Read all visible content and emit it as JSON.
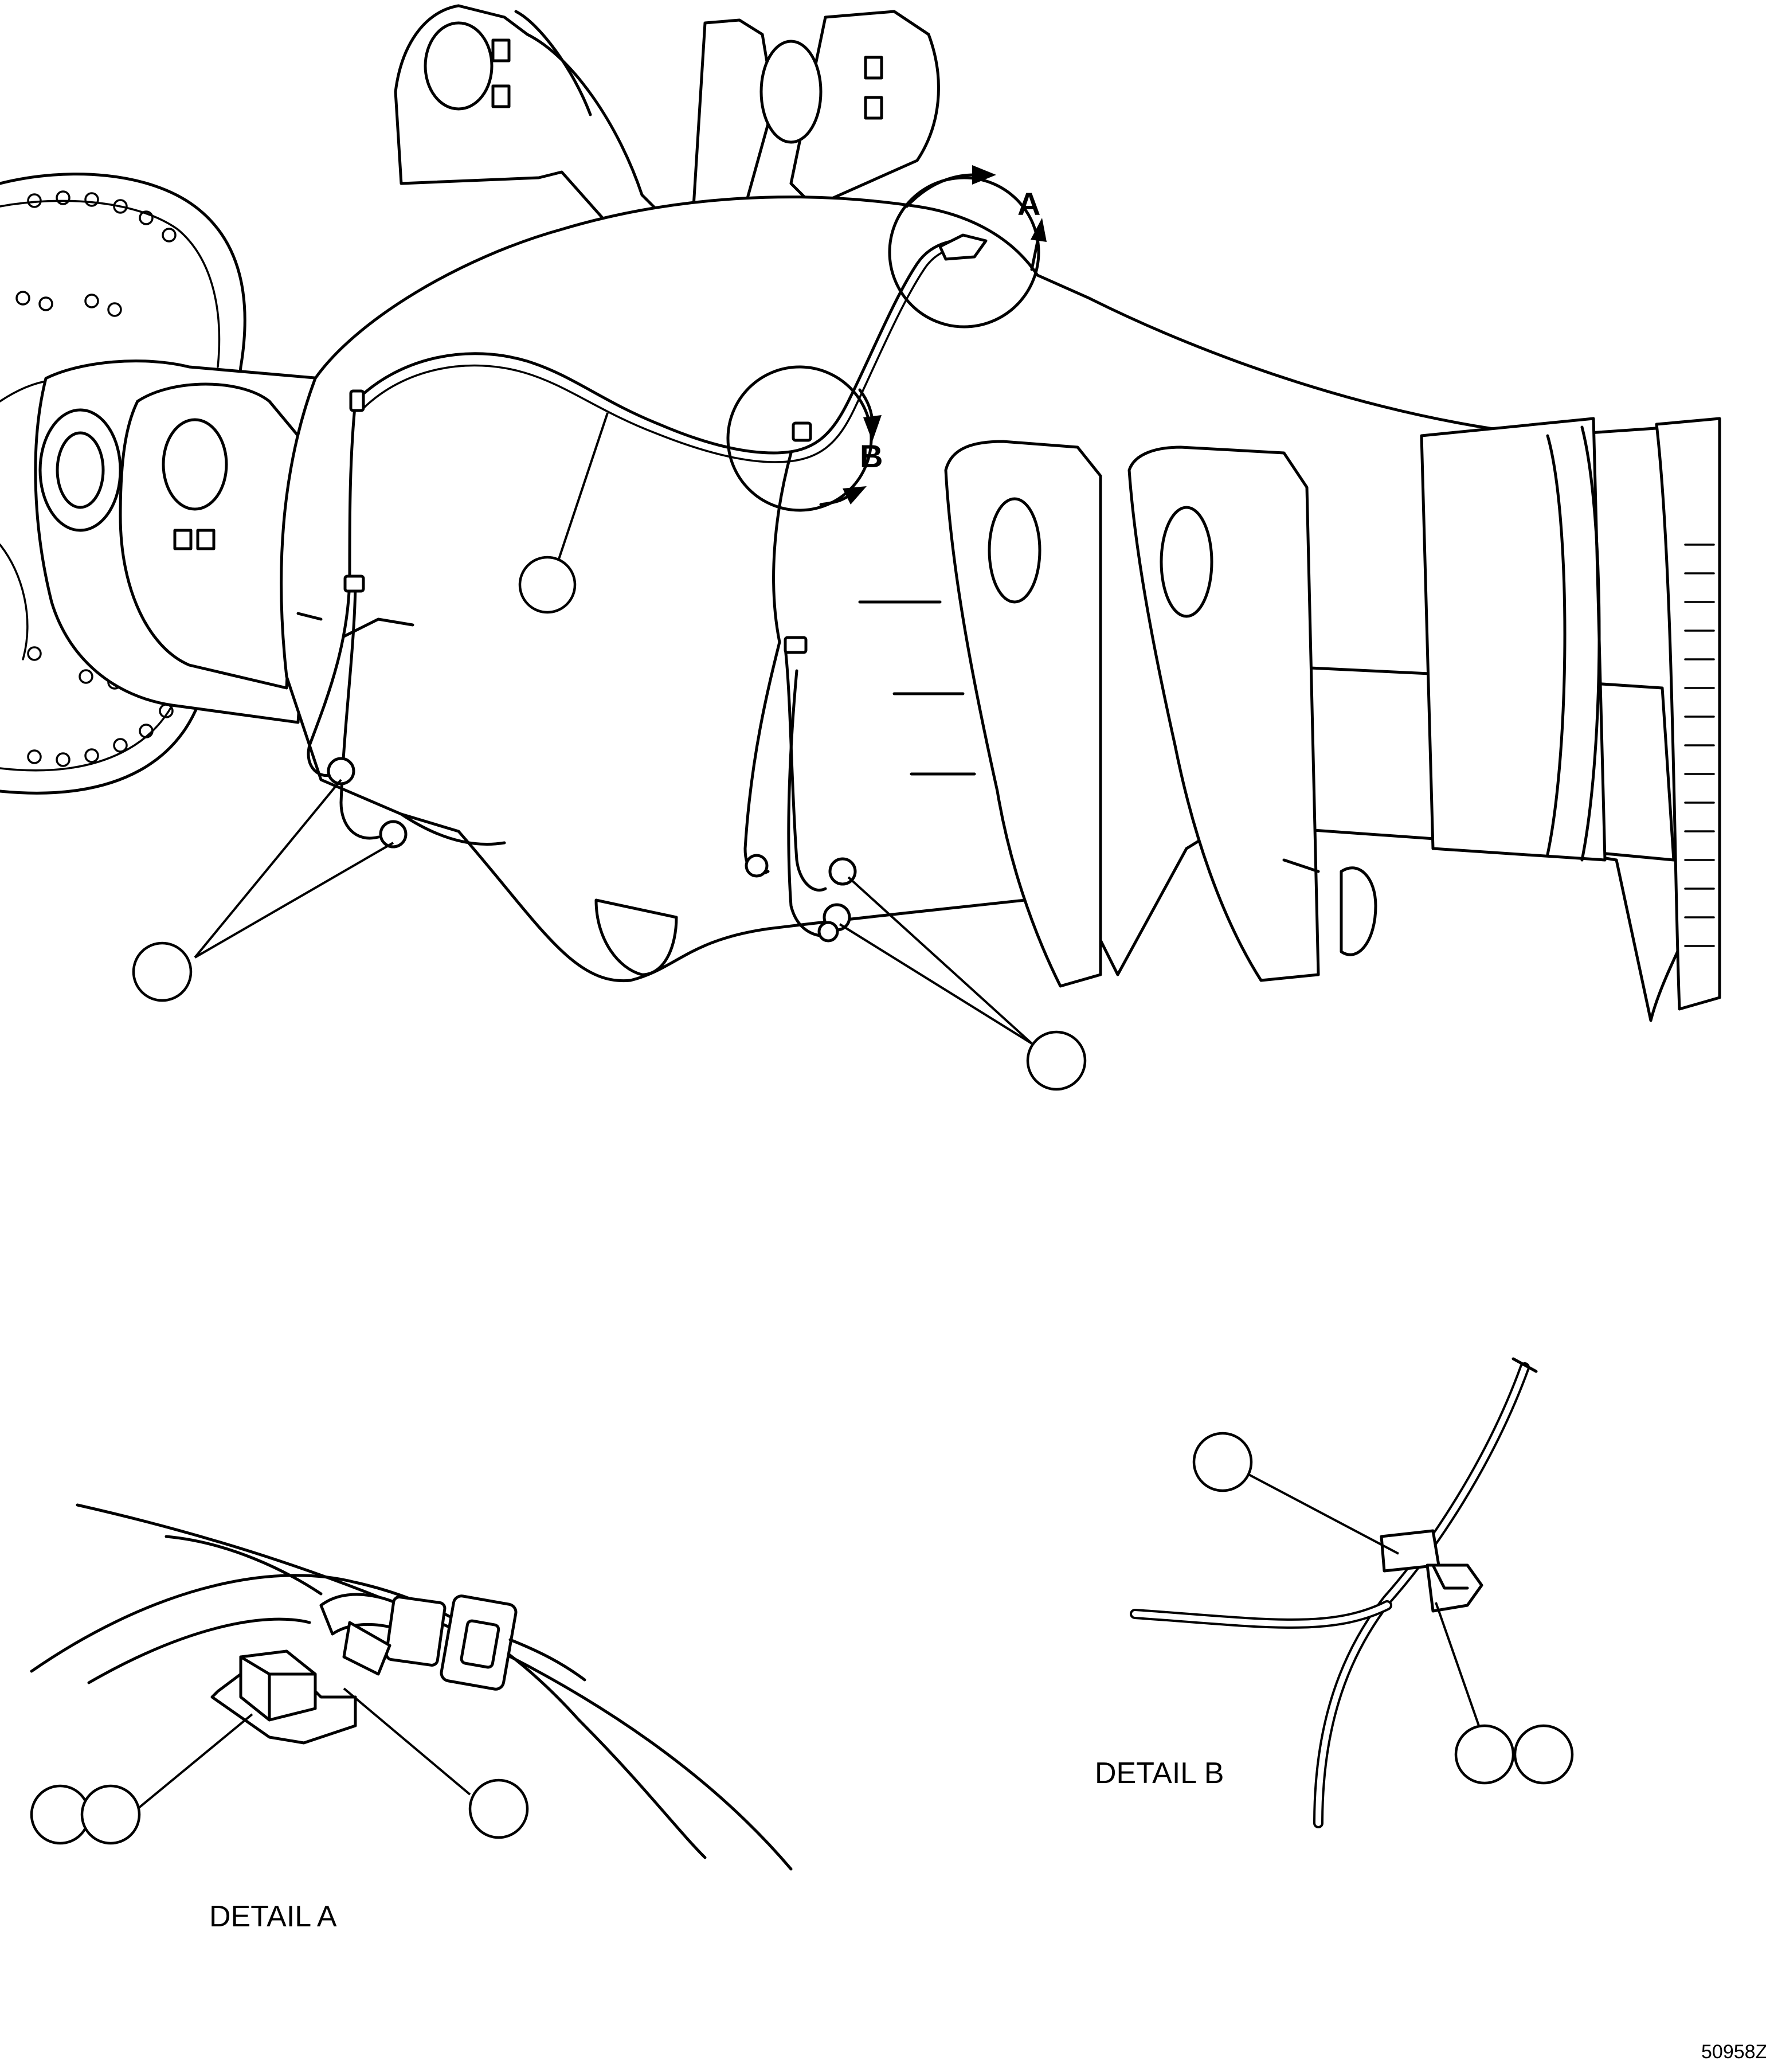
{
  "figure": {
    "detail_markers": [
      "A",
      "B"
    ],
    "detail_a_caption": "DETAIL A",
    "detail_b_caption": "DETAIL B",
    "figure_code": "50958Z"
  }
}
